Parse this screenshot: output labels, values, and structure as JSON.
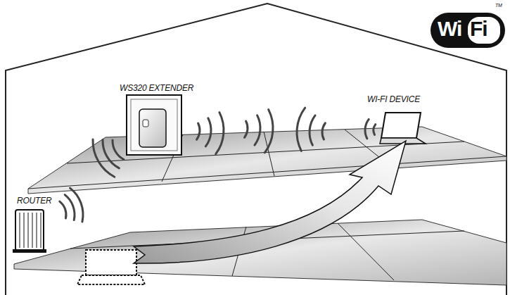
{
  "diagram": {
    "labels": [
      "WS320 EXTENDER",
      "WI-FI DEVICE",
      "ROUTER",
      "Wi",
      "Fi",
      "TM"
    ]
  }
}
